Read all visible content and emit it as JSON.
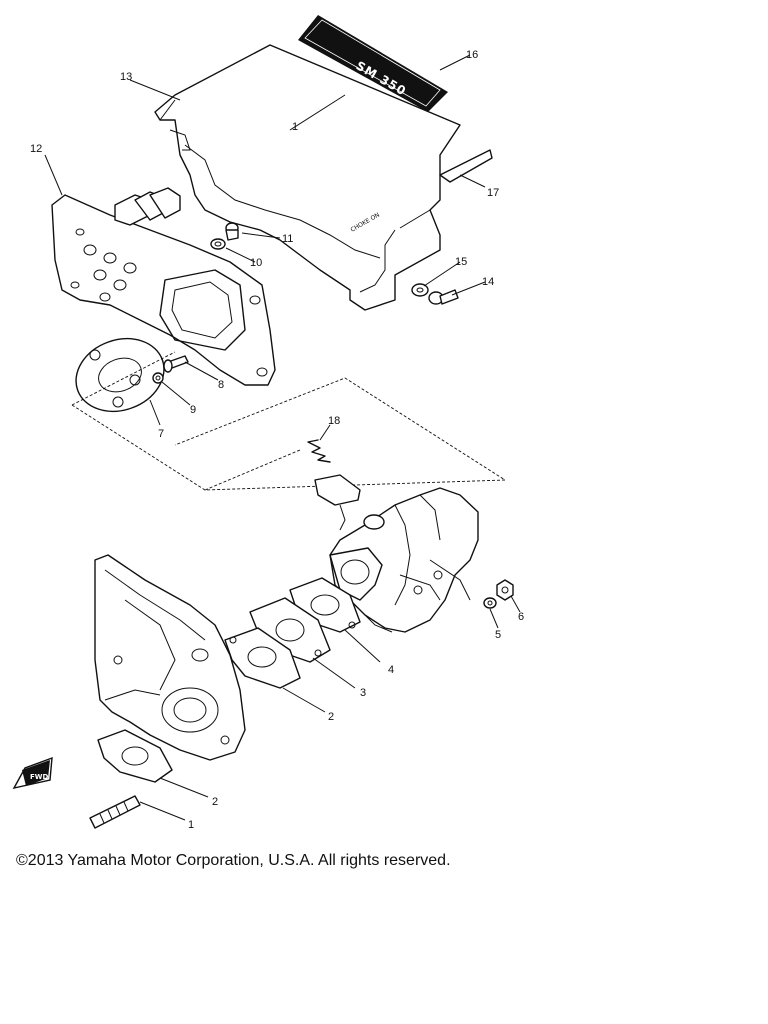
{
  "copyright": "©2013 Yamaha Motor Corporation, U.S.A. All rights reserved.",
  "decal_text": "SM 350",
  "cover_small_text": "CHOKE ON",
  "callouts": {
    "p1a": "1",
    "p1b": "1",
    "p2a": "2",
    "p2b": "2",
    "p3": "3",
    "p4": "4",
    "p5": "5",
    "p6": "6",
    "p7": "7",
    "p8": "8",
    "p9": "9",
    "p10": "10",
    "p11": "11",
    "p12": "12",
    "p13": "13",
    "p14": "14",
    "p15": "15",
    "p16": "16",
    "p17": "17",
    "p18": "18"
  },
  "fwd_label": "FWD"
}
